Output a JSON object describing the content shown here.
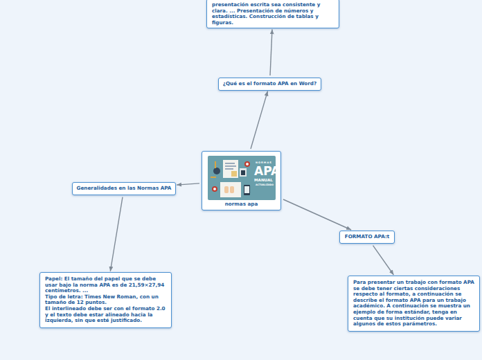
{
  "diagram": {
    "nodes": [
      {
        "text": [
          "presentación escrita sea consistente y clara. ... Presentación de números y estadísticas. Construcción de tablas y figuras."
        ]
      },
      {
        "text": [
          "¿Qué es el formato APA en Word?"
        ]
      },
      {
        "text": [
          "normas apa"
        ]
      },
      {
        "text": [
          "Generalidades en las Normas APA"
        ]
      },
      {
        "text": [
          "Papel: El tamaño del papel que se debe usar bajo la norma APA es de 21,59×27,94 centímetros. ...",
          "Tipo de letra: Times New Roman, con un tamaño de 12 puntos.",
          "El interlineado debe ser con el formato 2.0 y el texto debe estar alineado hacia la izquierda, sin que esté justificado."
        ]
      },
      {
        "text": [
          "FORMATO APA:t"
        ]
      },
      {
        "text": [
          "Para presentar un trabajo con formato APA se debe tener ciertas consideraciones respecto al formato, a continuación se describe el formato APA para un trabajo académico. A continuación se muestra un ejemplo de forma estándar, tenga en cuenta que su institución puede variar algunos de estos parámetros."
        ]
      }
    ],
    "edges": [
      {
        "from": 2,
        "to": 1,
        "arrow": "to"
      },
      {
        "from": 1,
        "to": 0,
        "arrow": "to"
      },
      {
        "from": 2,
        "to": 3,
        "arrow": "to"
      },
      {
        "from": 3,
        "to": 4,
        "arrow": "to"
      },
      {
        "from": 2,
        "to": 5,
        "arrow": "to"
      },
      {
        "from": 5,
        "to": 6,
        "arrow": "to"
      }
    ],
    "labels": [
      "NORMAS",
      "APA",
      "MANUAL",
      "ACTUALIZADO"
    ]
  }
}
